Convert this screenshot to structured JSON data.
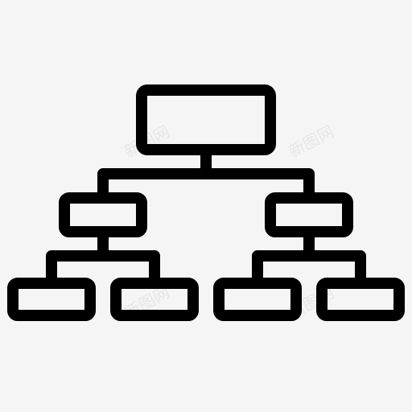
{
  "icon": {
    "name": "hierarchy-org-chart-icon",
    "stroke_color": "#000000",
    "background_color": "#f5f5f5"
  },
  "watermarks": [
    "新图网",
    "新图网",
    "新图网",
    "新图网"
  ]
}
